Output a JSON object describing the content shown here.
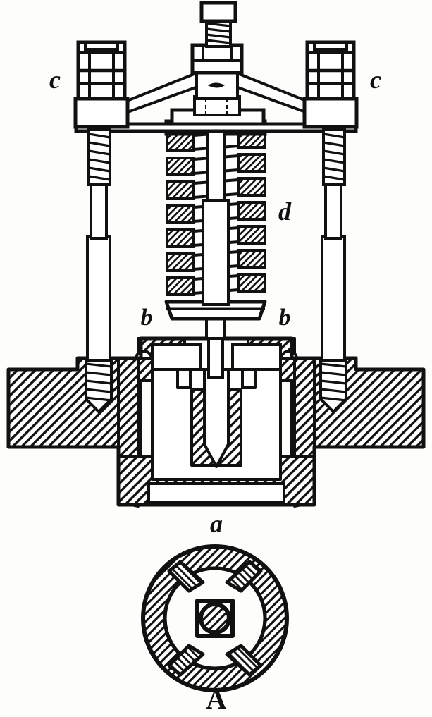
{
  "figure": {
    "title": "Sectional view of a spring-loaded valve",
    "medium": "line engraving",
    "background_color": "#fdfdfc",
    "ink_color": "#111111",
    "hatch_angle_degrees": 45,
    "views": [
      {
        "id": "main-section",
        "name": "vertical cross-section of valve",
        "label": "a"
      },
      {
        "id": "bottom-view",
        "name": "plan view of four-spoke valve wheel",
        "label": "A"
      }
    ]
  },
  "labels": {
    "c_left": "c",
    "c_right": "c",
    "d": "d",
    "b_left": "b",
    "b_right": "b",
    "a": "a",
    "A": "A"
  },
  "label_meanings": {
    "c": "adjusting nuts on the side studs",
    "d": "helical compression spring",
    "b": "spring seat / base plate",
    "a": "valve body casting",
    "A": "valve wheel seen in plan"
  },
  "parts": {
    "top_bolt": "square-head adjusting screw",
    "top_threads": "threaded adjusting stem",
    "center_hex_nut": "hexagonal lock nut",
    "yoke": "triangular bridge yoke",
    "left_stud": "left side stud with nuts",
    "right_stud": "right side stud with nuts",
    "spring": "helical compression spring",
    "spring_seat": "spring seat disc",
    "valve_stem": "valve spindle",
    "valve_plug": "conical valve plug",
    "valve_cage": "U-shaped valve cage",
    "body": "hatched cast-iron valve body",
    "left_flange": "left pipe flange",
    "right_flange": "right pipe flange",
    "wheel_rim": "hatched circular rim",
    "wheel_spokes": "four spokes in X arrangement",
    "wheel_hub": "hatched central hub"
  },
  "spring_detail": {
    "coil_turns": 7,
    "section_hatched": true
  },
  "wheel_detail": {
    "spoke_count": 4,
    "rim_hatched": true,
    "hub_hatched": true
  }
}
